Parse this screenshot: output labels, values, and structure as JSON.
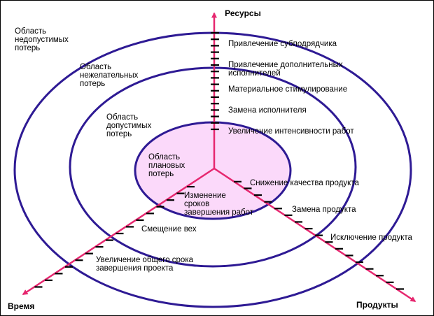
{
  "axes": {
    "top": "Ресурсы",
    "left": "Время",
    "right": "Продукты"
  },
  "regions": {
    "unacceptable": [
      "Область",
      "недопустимых",
      "потерь"
    ],
    "undesirable": [
      "Область",
      "нежелательных",
      "потерь"
    ],
    "acceptable": [
      "Область",
      "допустимых",
      "потерь"
    ],
    "planned": [
      "Область",
      "плановых",
      "потерь"
    ]
  },
  "resource_measures": [
    [
      "Привлечение субподрядчика"
    ],
    [
      "Привлечение дополнительных",
      "исполнителей"
    ],
    [
      "Материальное стимулирование"
    ],
    [
      "Замена исполнителя"
    ],
    [
      "Увеличение интенсивности работ"
    ]
  ],
  "product_measures": [
    [
      "Снижение качества продукта"
    ],
    [
      "Замена продукта"
    ],
    [
      "Исключение продукта"
    ]
  ],
  "time_measures": [
    [
      "Изменение",
      "сроков",
      "завершения работ"
    ],
    [
      "Смещение вех"
    ],
    [
      "Увеличение общего срока",
      "завершения проекта"
    ]
  ],
  "colors": {
    "ellipse_stroke": "#2e1a94",
    "inner_fill": "#fbd9fa",
    "axis": "#e6276f",
    "tick": "#000000",
    "text": "#000000"
  }
}
